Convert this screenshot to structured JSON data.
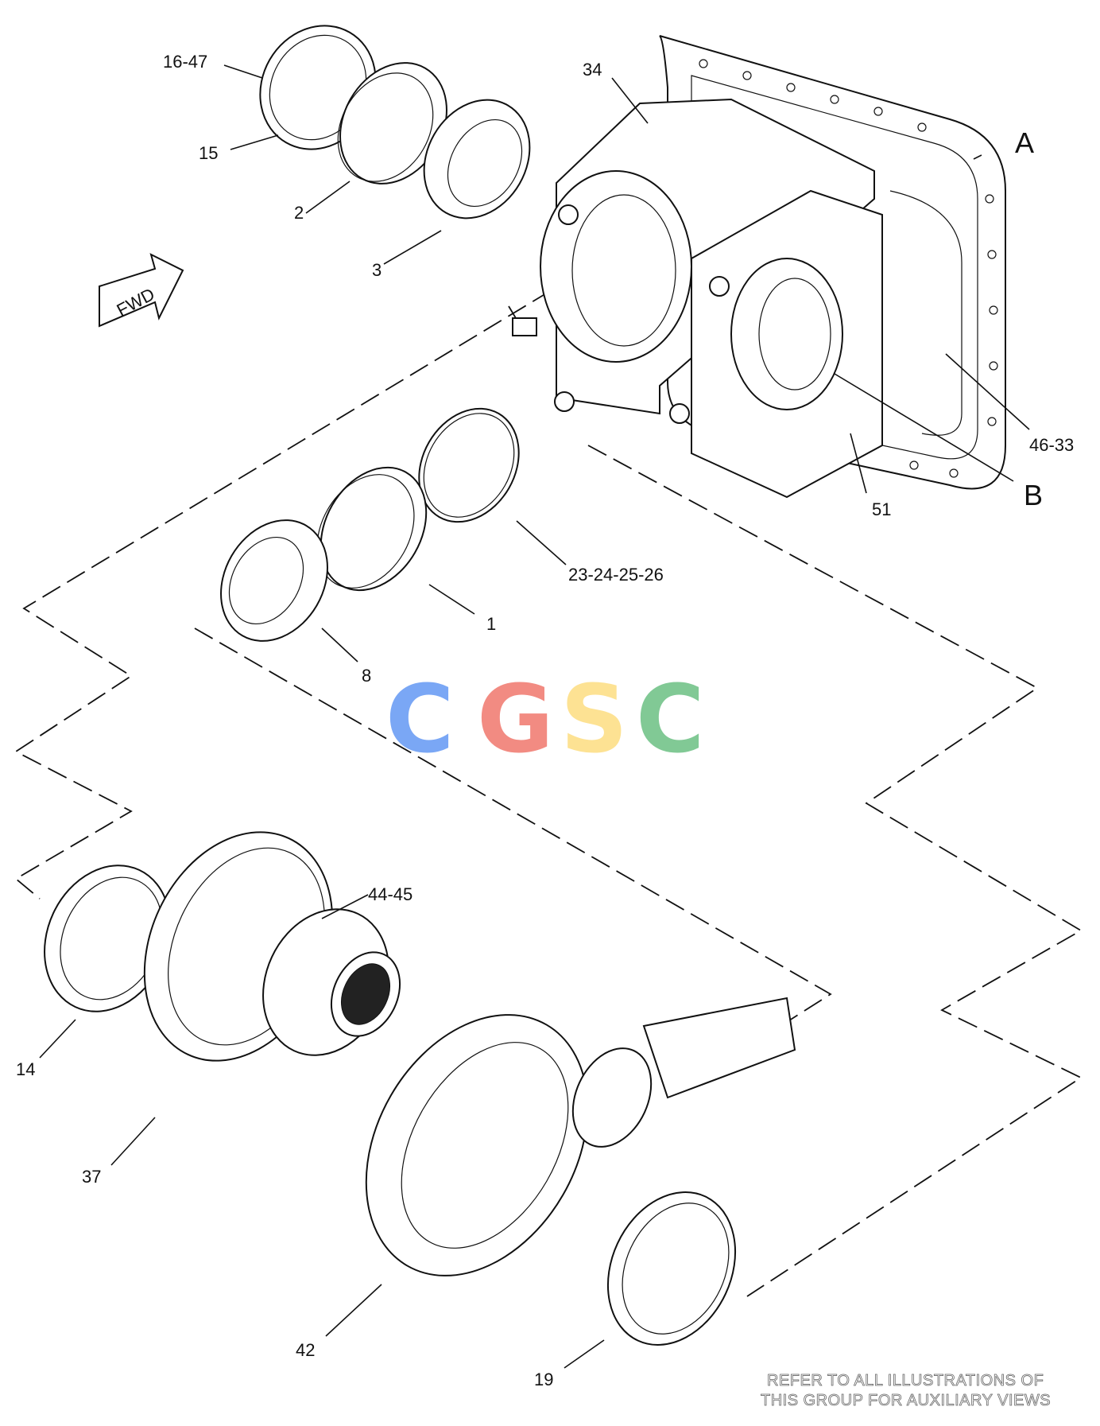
{
  "labels": {
    "l16_47": "16-47",
    "l15": "15",
    "l2": "2",
    "l3": "3",
    "l34": "34",
    "lA": "A",
    "l46_33": "46-33",
    "lB": "B",
    "l51": "51",
    "l23_26": "23-24-25-26",
    "l1": "1",
    "l8": "8",
    "l44_45": "44-45",
    "l14": "14",
    "l37": "37",
    "l42": "42",
    "l19": "19"
  },
  "fwd_label": "FWD",
  "watermark": {
    "letters": [
      "C",
      "G",
      "S",
      "C"
    ],
    "colors": [
      "#7aa7f5",
      "#f28b82",
      "#fde293",
      "#81c995"
    ]
  },
  "note": {
    "line1": "REFER TO ALL ILLUSTRATIONS OF",
    "line2": "THIS GROUP FOR AUXILIARY VIEWS"
  }
}
